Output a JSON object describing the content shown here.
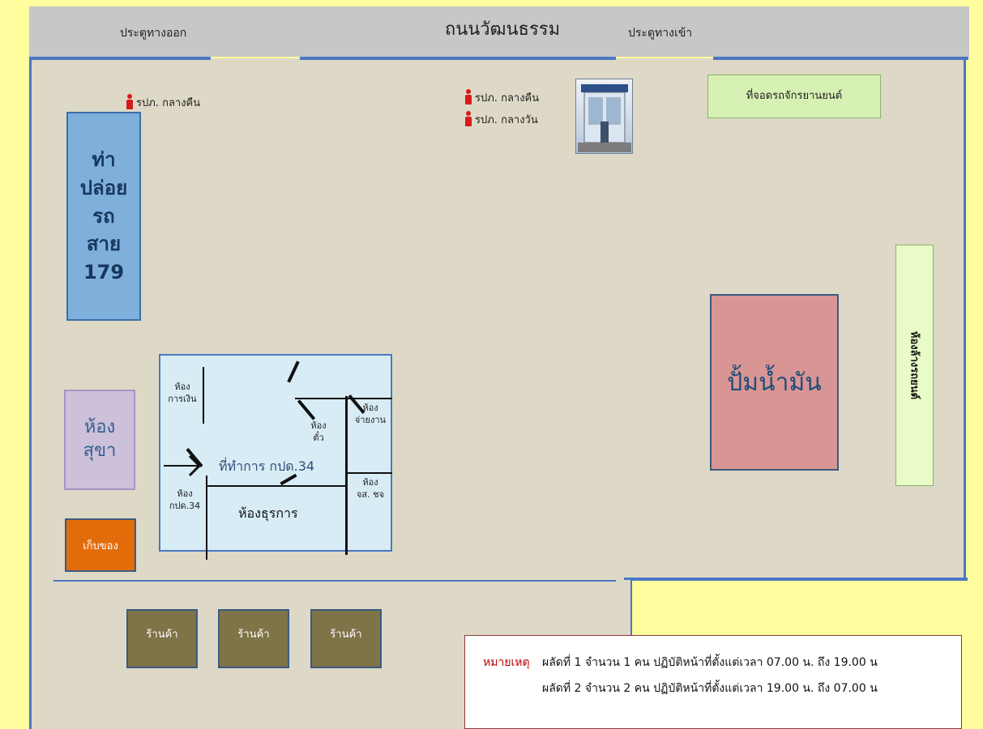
{
  "road": {
    "title": "ถนนวัฒนธรรม",
    "exit_gate": "ประตูทางออก",
    "entry_gate": "ประตูทางเข้า"
  },
  "bus_stand": {
    "label": "ท่า\nปล่อย\nรถ\nสาย\n179"
  },
  "guards": {
    "left_night": "รปภ. กลางคืน",
    "gate_night": "รปภ. กลางคืน",
    "gate_day": "รปภ. กลางวัน"
  },
  "motorcycle_parking": {
    "label": "ที่จอดรถจักรยานยนต์"
  },
  "car_wash": {
    "label": "ห้องล้างรถยนต์"
  },
  "fuel_pump": {
    "label": "ปั้มน้ำมัน"
  },
  "toilet": {
    "label": "ห้อง\nสุขา"
  },
  "storage": {
    "label": "เก็บของ"
  },
  "office": {
    "title": "ที่ทำการ กปด.34",
    "admin_room": "ห้องธุรการ",
    "finance_room": "ห้อง\nการเงิน",
    "chief_room": "ห้อง\nกปด.34",
    "ticket_room": "ห้อง\nตั๋ว",
    "payroll_room": "ห้อง\nจ่ายงาน",
    "js_room": "ห้อง\nจส. ชจ"
  },
  "shops": [
    "ร้านค้า",
    "ร้านค้า",
    "ร้านค้า"
  ],
  "note": {
    "heading": "หมายเหตุ",
    "line1": "ผลัดที่ 1 จำนวน 1  คน ปฏิบัติหน้าที่ตั้งแต่เวลา 07.00 น. ถึง 19.00 น",
    "line2": "ผลัดที่ 2 จำนวน 2  คน ปฏิบัติหน้าที่ตั้งแต่เวลา 19.00 น. ถึง 07.00 น"
  },
  "colors": {
    "road": "#c7c7c7",
    "yard": "#ddd9c6",
    "background": "#fffd9e",
    "outline": "#4a78c2",
    "guard_icon": "#d61a1a",
    "note_heading": "#c00000"
  }
}
